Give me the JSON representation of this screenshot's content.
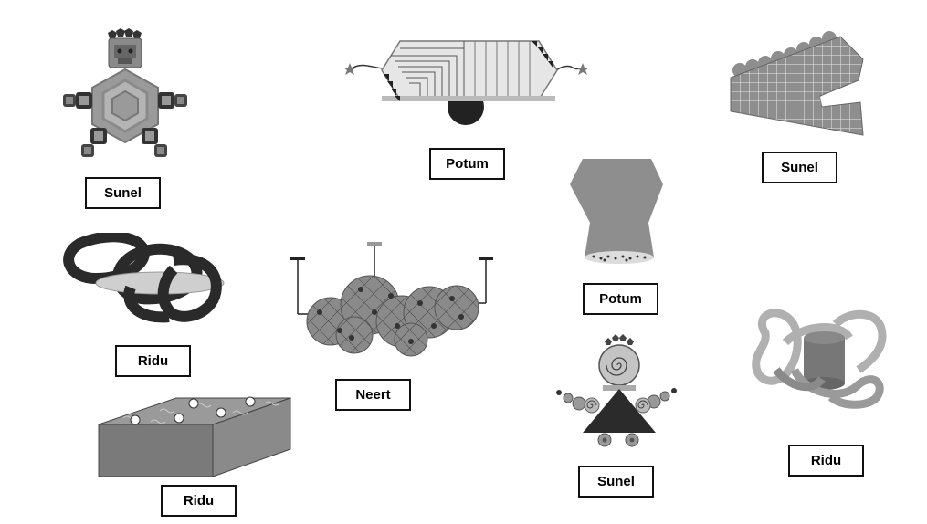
{
  "figures": [
    {
      "id": "robot-creature",
      "label": "Sunel"
    },
    {
      "id": "cart-machine",
      "label": "Potum"
    },
    {
      "id": "grid-jaw",
      "label": "Sunel"
    },
    {
      "id": "linked-rings",
      "label": "Ridu"
    },
    {
      "id": "spotted-cloud",
      "label": "Neert"
    },
    {
      "id": "hourglass-nozzle",
      "label": "Potum"
    },
    {
      "id": "box-slab",
      "label": "Ridu"
    },
    {
      "id": "spiral-figure",
      "label": "Sunel"
    },
    {
      "id": "loop-cylinder",
      "label": "Ridu"
    }
  ]
}
